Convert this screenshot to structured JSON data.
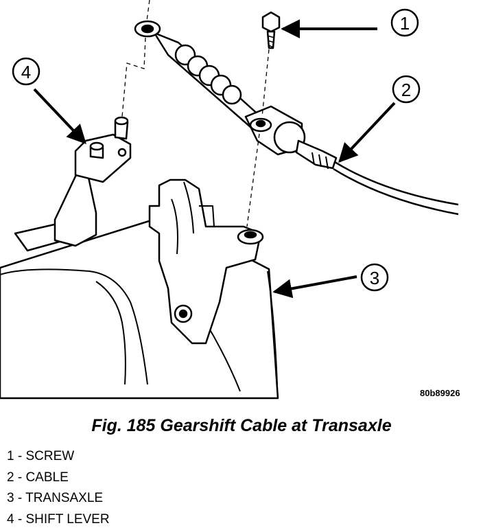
{
  "callouts": [
    "1",
    "2",
    "3",
    "4"
  ],
  "figure_id": "80b89926",
  "caption": "Fig. 185 Gearshift Cable at Transaxle",
  "legend": [
    "1 - SCREW",
    "2 - CABLE",
    "3 - TRANSAXLE",
    "4 - SHIFT LEVER"
  ]
}
